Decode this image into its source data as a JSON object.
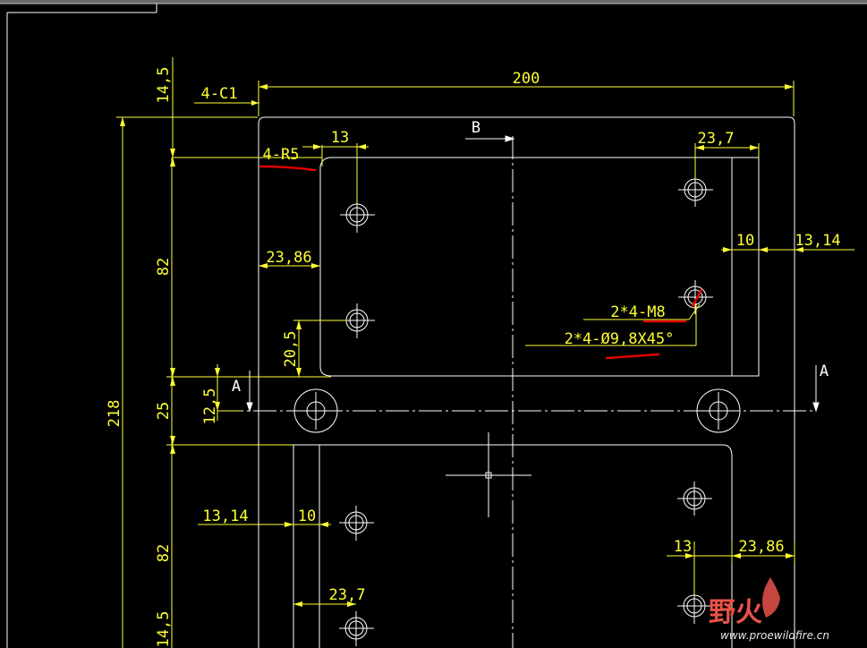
{
  "drawing": {
    "overall_width": "200",
    "overall_height": "218",
    "top_margin": "14,5",
    "bottom_margin": "14,5",
    "chamfer": "4-C1",
    "fillet": "4-R5",
    "pocket_upper_height": "82",
    "pocket_lower_height": "82",
    "center_band": "25",
    "half_band": "12,5",
    "hole_row_offset": "20,5",
    "offset_13_left": "13",
    "offset_13_right": "13",
    "offset_23_7_top": "23,7",
    "offset_23_7_bottom": "23,7",
    "offset_23_86_left": "23,86",
    "offset_23_86_right": "23,86",
    "offset_10_top": "10",
    "offset_10_bottom": "10",
    "offset_13_14_top": "13,14",
    "offset_13_14_bottom": "13,14",
    "thread_note": "2*4-M8",
    "counter_note": "2*4-Ø9,8X45°",
    "section_a_left": "A",
    "section_a_right": "A",
    "section_b": "B"
  },
  "watermark": {
    "logo_text": "野火",
    "url": "www.proewildfire.cn"
  },
  "colors": {
    "background": "#000000",
    "geometry": "#ffffff",
    "dimension": "#ffff33",
    "markup": "#e00000"
  }
}
